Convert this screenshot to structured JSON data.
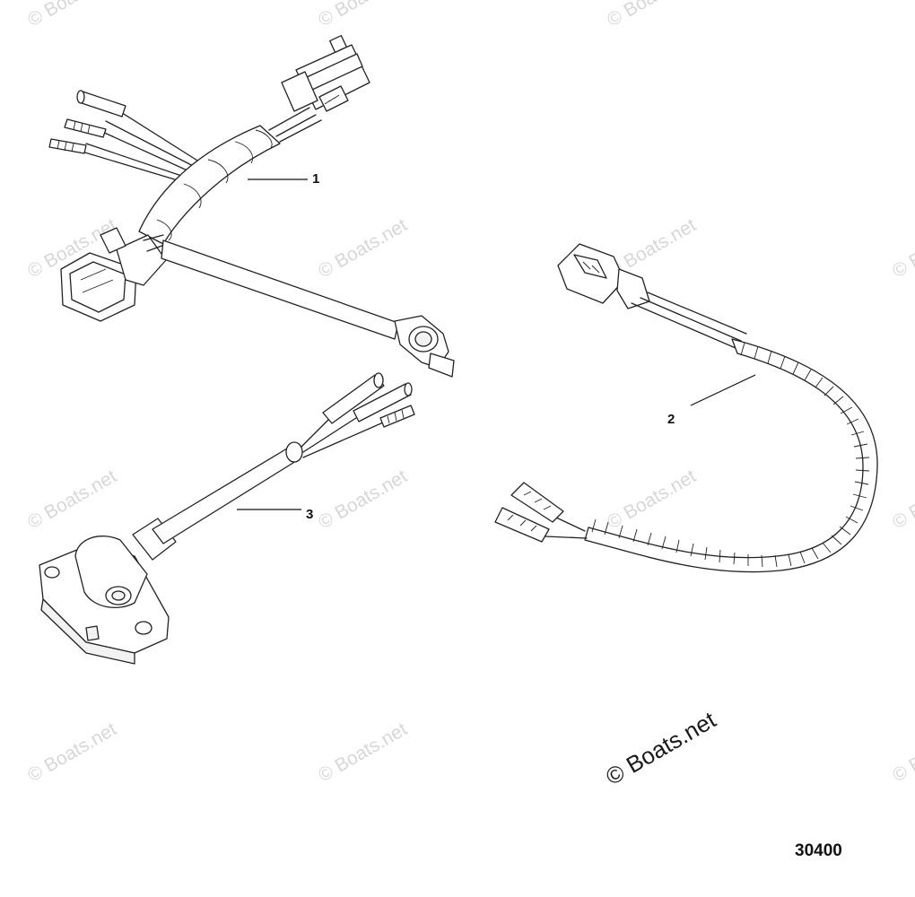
{
  "callouts": [
    {
      "id": "1",
      "label": "1"
    },
    {
      "id": "2",
      "label": "2"
    },
    {
      "id": "3",
      "label": "3"
    }
  ],
  "figure_number": "30400",
  "watermark": {
    "text": "© Boats.net",
    "color": "#d7d7d7",
    "main_color": "#1a1a1a"
  },
  "parts": {
    "1": "wiring-harness-with-connectors",
    "2": "harness-with-spiral-wrap",
    "3": "sensor-with-leads"
  }
}
